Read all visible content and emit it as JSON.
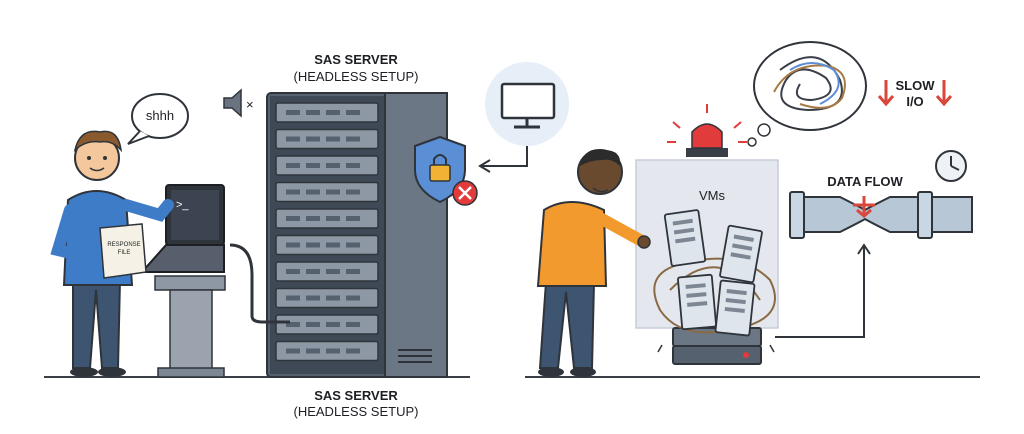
{
  "top_label": {
    "line1": "SAS SERVER",
    "line2": "(HEADLESS SETUP)"
  },
  "bottom_label": {
    "line1": "SAS SERVER",
    "line2": "(HEADLESS SETUP)"
  },
  "speech_bubble": "shhh",
  "terminal_prompt": ">_",
  "response_file": {
    "line1": "RESPONSE",
    "line2": "FILE"
  },
  "vm_box_label": "VMs",
  "slow_io": {
    "line1": "SLOW",
    "line2": "I/O"
  },
  "data_flow_label": "DATA FLOW",
  "colors": {
    "server_body": "#5c6877",
    "server_dark": "#3f4956",
    "shield": "#5a8fd6",
    "lock": "#f2b233",
    "error_red": "#e23b3b",
    "hoodie": "#3f7cc8",
    "shirt_orange": "#f29a2e",
    "vm_panel": "#e4e8ee",
    "pipe": "#b7c7d6",
    "arrow_red": "#d9463a"
  },
  "icons": [
    "speaker-muted-icon",
    "monitor-icon",
    "shield-lock-icon",
    "error-x-icon",
    "alarm-light-icon",
    "clock-icon",
    "slow-arrow-down-icon",
    "tangled-thought-icon"
  ]
}
